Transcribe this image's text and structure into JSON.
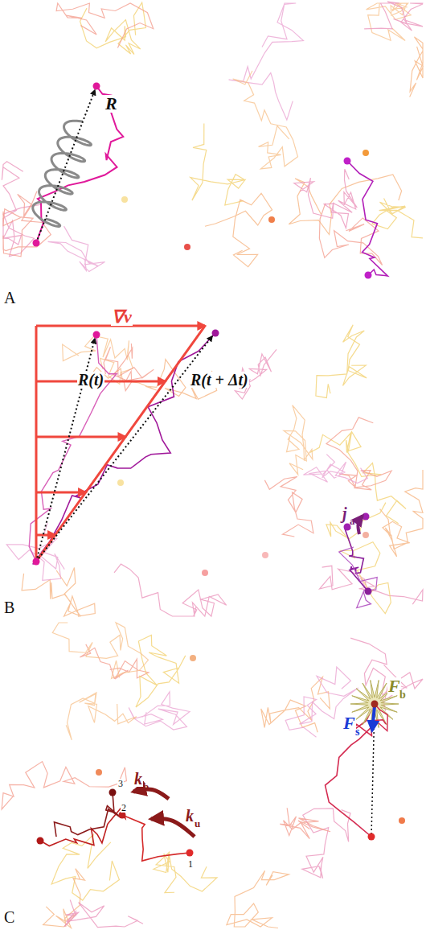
{
  "diagram": {
    "labels": [
      "A",
      "R",
      "∇v",
      "R(t)",
      "R(t + Δt)",
      "j",
      "a",
      "B",
      "k",
      "b",
      "k",
      "u",
      "1",
      "2",
      "3",
      "F",
      "b",
      "F",
      "s",
      "C"
    ]
  }
}
